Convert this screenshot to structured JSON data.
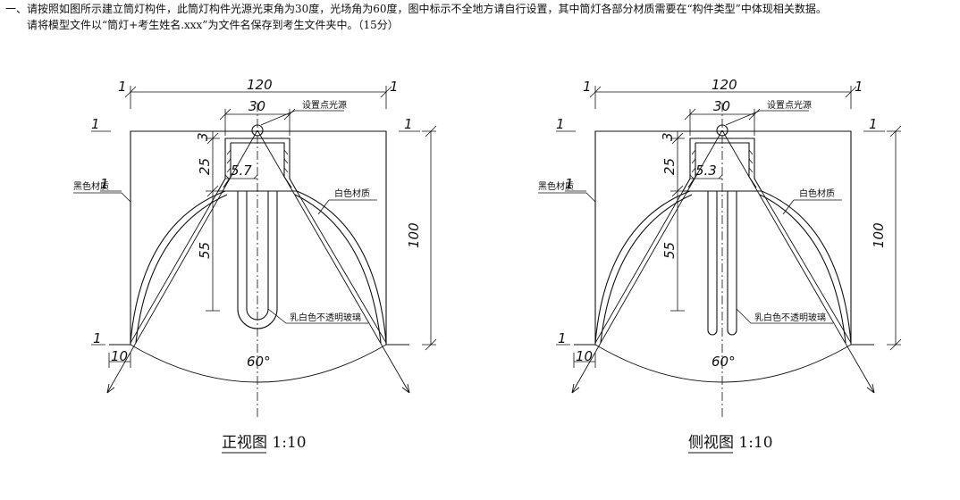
{
  "instructions": {
    "line1": "一、请按照如图所示建立筒灯构件，此筒灯构件光源光束角为30度，光场角为60度，图中标示不全地方请自行设置，其中筒灯各部分材质需要在“构件类型”中体现相关数据。",
    "line2": "请将模型文件以“筒灯+考生姓名.xxx”为文件名保存到考生文件夹中。（15分）"
  },
  "views": [
    {
      "caption": "正视图 1:10",
      "labels": {
        "light_source": "设置点光源",
        "black_material": "黑色材质",
        "white_material": "白色材质",
        "milky_glass": "乳白色不透明玻璃"
      },
      "dims": {
        "width_total": "120",
        "neck_width": "30",
        "flange_left": "1",
        "flange_right": "1",
        "top_gap": "3",
        "neck_height": "25",
        "lamp_offset": "5.7",
        "lamp_length": "55",
        "total_height": "100",
        "bottom_lip": "10",
        "field_angle": "60°",
        "side_tick_left_top": "1",
        "side_tick_left_bottom": "1",
        "side_tick_right": "1",
        "side_tick_mid": "1"
      }
    },
    {
      "caption": "侧视图 1:10",
      "labels": {
        "light_source": "设置点光源",
        "black_material": "黑色材质",
        "white_material": "白色材质",
        "milky_glass": "乳白色不透明玻璃"
      },
      "dims": {
        "width_total": "120",
        "neck_width": "30",
        "flange_left": "1",
        "flange_right": "1",
        "top_gap": "3",
        "neck_height": "25",
        "lamp_offset": "5.3",
        "lamp_length": "55",
        "total_height": "100",
        "bottom_lip": "10",
        "field_angle": "60°",
        "side_tick_left_top": "1",
        "side_tick_left_bottom": "1",
        "side_tick_right": "1",
        "side_tick_mid": "1"
      }
    }
  ]
}
